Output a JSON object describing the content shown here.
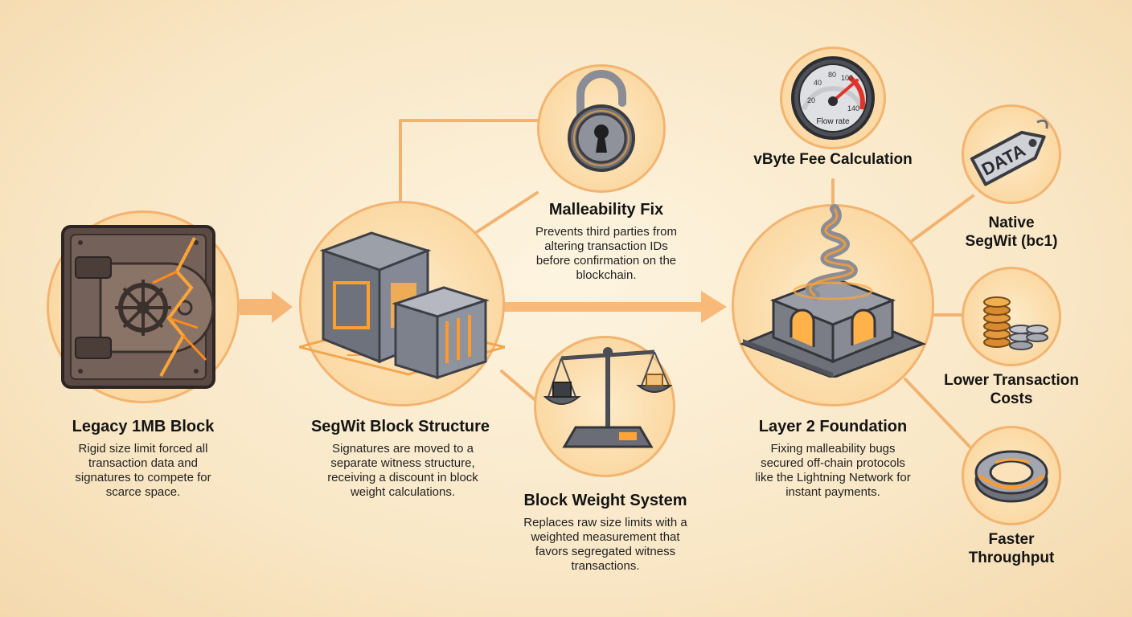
{
  "nodes": {
    "legacy": {
      "title": "Legacy 1MB Block",
      "description": "Rigid size limit forced all transaction data and signatures to compete for scarce space."
    },
    "segwit": {
      "title": "SegWit Block Structure",
      "description": "Signatures are moved to a separate witness structure, receiving a discount in block weight calculations."
    },
    "malleability": {
      "title": "Malleability Fix",
      "description": "Prevents third parties from altering transaction IDs before confirmation on the blockchain."
    },
    "weight": {
      "title": "Block Weight System",
      "description": "Replaces raw size limits with a weighted measurement that favors segregated witness transactions."
    },
    "vbyte": {
      "title": "vByte Fee Calculation",
      "gauge_label": "Flow rate",
      "gauge_ticks": [
        "20",
        "40",
        "80",
        "100",
        "140"
      ]
    },
    "layer2": {
      "title": "Layer 2 Foundation",
      "description": "Fixing malleability bugs secured off-chain protocols like the Lightning Network for instant payments."
    },
    "native": {
      "title_line1": "Native",
      "title_line2": "SegWit (bc1)",
      "tag_text": "DATA"
    },
    "costs": {
      "title_line1": "Lower Transaction",
      "title_line2": "Costs"
    },
    "throughput": {
      "title_line1": "Faster",
      "title_line2": "Throughput"
    }
  },
  "colors": {
    "accent": "#f4a25a",
    "connector": "#f2b370",
    "glow": "#ff9a2e",
    "metal": "#6f6f78"
  }
}
